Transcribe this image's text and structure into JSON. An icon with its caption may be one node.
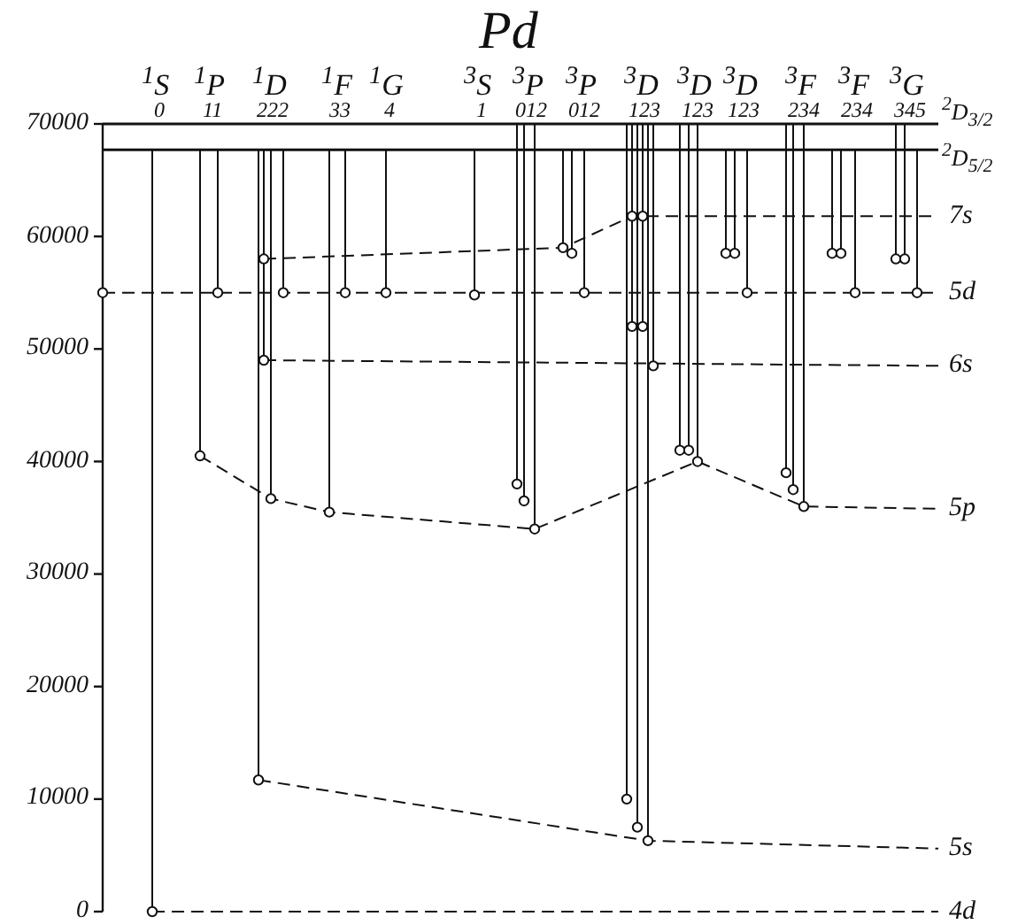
{
  "diagram": {
    "title": "Pd",
    "labels": [
      "$^{1}$S",
      "$^{1}$P",
      "$^{1}$D",
      "$^{1}$F",
      "$^{1}$G",
      "$^{3}$S",
      "$^{3}$P",
      "$^{3}$P",
      "$^{3}$D",
      "$^{3}$D",
      "$^{3}$D",
      "$^{3}$F",
      "$^{3}$F",
      "$^{3}$G",
      "0",
      "11",
      "222",
      "33",
      "4",
      "1",
      "012",
      "012",
      "123",
      "123",
      "123",
      "234",
      "234",
      "345",
      "70000",
      "60000",
      "50000",
      "40000",
      "30000",
      "20000",
      "10000",
      "0",
      "$^{2}$D$_{3/2}$",
      "$^{2}$D$_{5/2}$",
      "7s",
      "5d",
      "6s",
      "5p",
      "5s",
      "4d"
    ]
  }
}
